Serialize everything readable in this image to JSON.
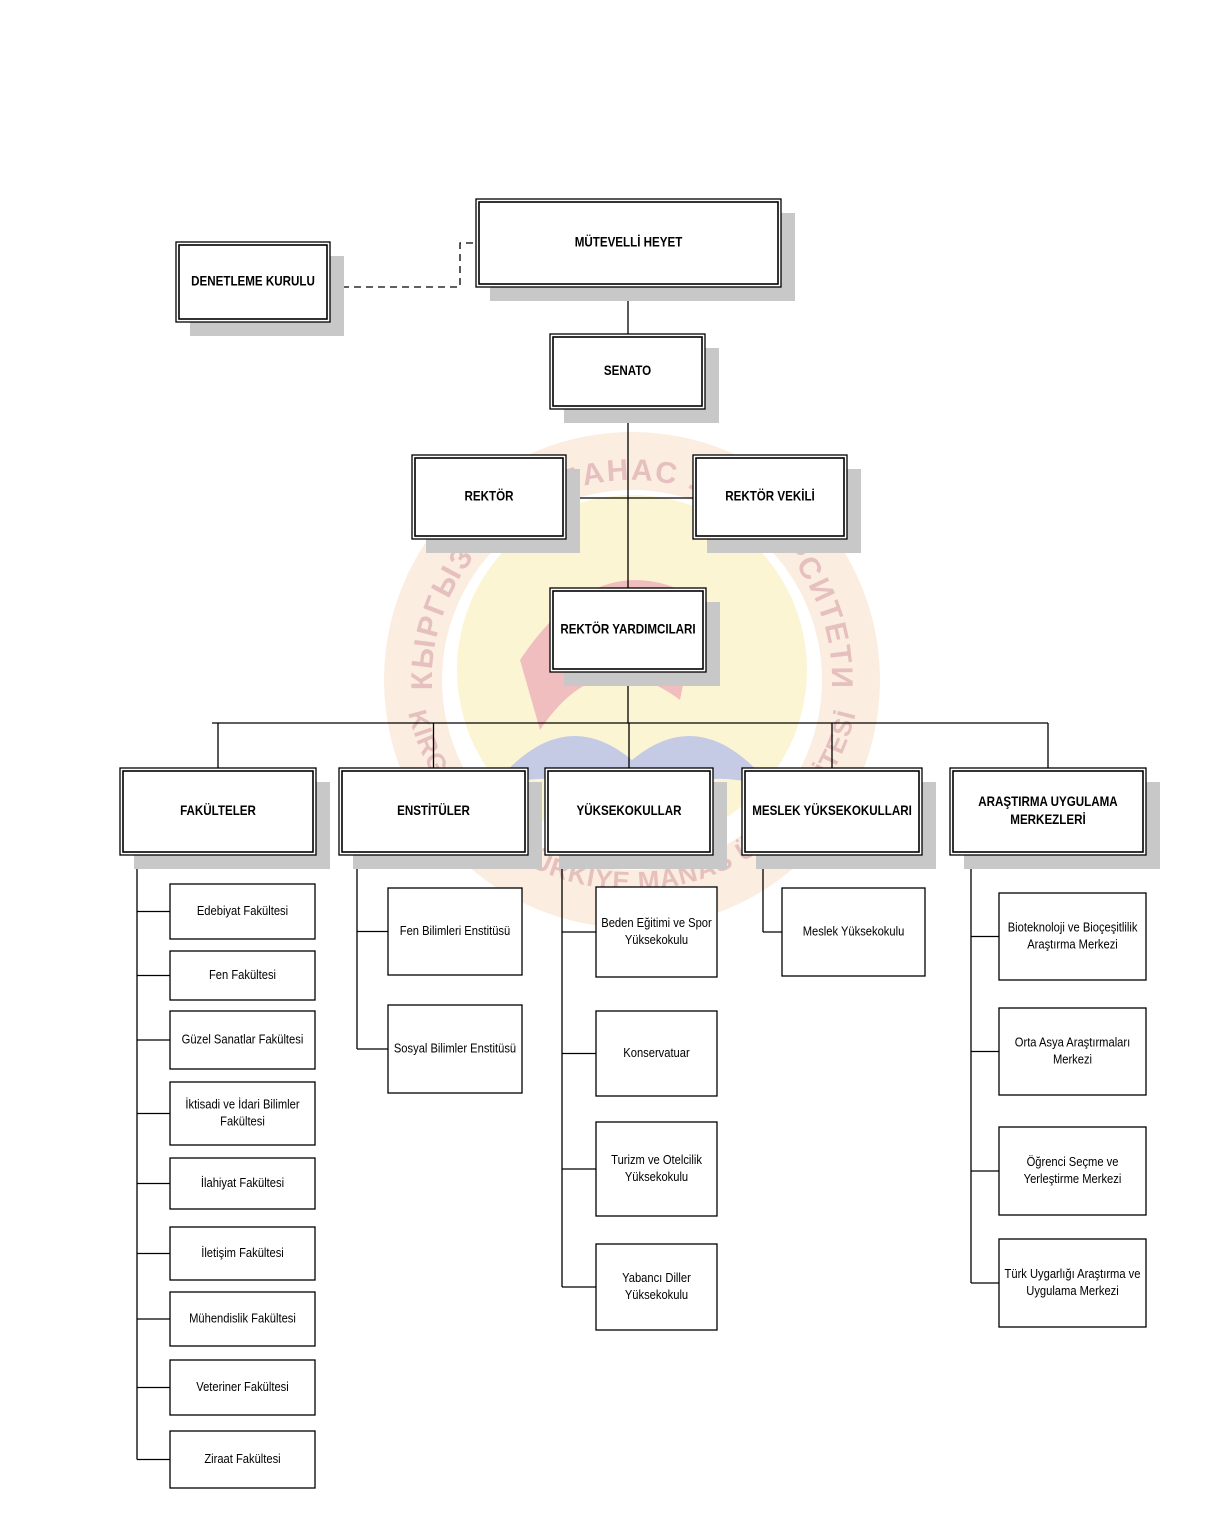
{
  "colors": {
    "line": "#000000",
    "shadow": "#c8c8c8",
    "box": "#ffffff",
    "watermark": "#e0892a"
  },
  "top": {
    "board": "MÜTEVELLİ HEYET",
    "audit": "DENETLEME KURULU",
    "senate": "SENATO",
    "rector": "REKTÖR",
    "rector_deputy": "REKTÖR VEKİLİ",
    "vice_rectors": "REKTÖR YARDIMCILARI"
  },
  "categories": [
    {
      "title": [
        "FAKÜLTELER"
      ],
      "items": [
        [
          "Edebiyat Fakültesi"
        ],
        [
          "Fen Fakültesi"
        ],
        [
          "Güzel Sanatlar Fakültesi"
        ],
        [
          "İktisadi ve İdari Bilimler",
          "Fakültesi"
        ],
        [
          "İlahiyat Fakültesi"
        ],
        [
          "İletişim Fakültesi"
        ],
        [
          "Mühendislik Fakültesi"
        ],
        [
          "Veteriner Fakültesi"
        ],
        [
          "Ziraat Fakültesi"
        ]
      ]
    },
    {
      "title": [
        "ENSTİTÜLER"
      ],
      "items": [
        [
          "Fen Bilimleri Enstitüsü"
        ],
        [
          "Sosyal Bilimler Enstitüsü"
        ]
      ]
    },
    {
      "title": [
        "YÜKSEKOKULLAR"
      ],
      "items": [
        [
          "Beden Eğitimi ve Spor",
          "Yüksekokulu"
        ],
        [
          "Konservatuar"
        ],
        [
          "Turizm ve Otelcilik",
          "Yüksekokulu"
        ],
        [
          "Yabancı Diller",
          "Yüksekokulu"
        ]
      ]
    },
    {
      "title": [
        "MESLEK YÜKSEKOKULLARI"
      ],
      "items": [
        [
          "Meslek Yüksekokulu"
        ]
      ]
    },
    {
      "title": [
        "ARAŞTIRMA UYGULAMA",
        "MERKEZLERİ"
      ],
      "items": [
        [
          "Bioteknoloji ve Bioçeşitlilik",
          "Araştırma Merkezi"
        ],
        [
          "Orta Asya Araştırmaları",
          "Merkezi"
        ],
        [
          "Öğrenci Seçme ve",
          "Yerleştirme Merkezi"
        ],
        [
          "Türk Uygarlığı Araştırma ve",
          "Uygulama Merkezi"
        ]
      ]
    }
  ],
  "watermark": {
    "arc_text": "КЫРГЫЗ-ТҮРК МАНАС УНИВЕРСИТЕТИ",
    "bottom_text": "KIRGIZİSTAN-TÜRKİYE MANAS ÜNİVERSİTESİ"
  }
}
